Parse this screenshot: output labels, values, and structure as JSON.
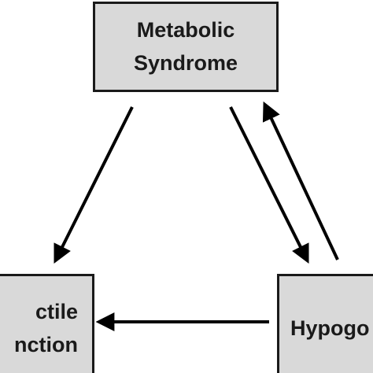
{
  "diagram": {
    "nodes": {
      "top": {
        "line1": "Metabolic",
        "line2": "Syndrome"
      },
      "left": {
        "line1": "ctile",
        "line2": "nction"
      },
      "right": {
        "line1": "Hypogo"
      }
    },
    "edges": [
      {
        "from": "top",
        "to": "left"
      },
      {
        "from": "top",
        "to": "right"
      },
      {
        "from": "right",
        "to": "top"
      },
      {
        "from": "right",
        "to": "left"
      }
    ],
    "colors": {
      "box_fill": "#d9d9d9",
      "border": "#1a1a1a",
      "arrow": "#000000"
    }
  }
}
